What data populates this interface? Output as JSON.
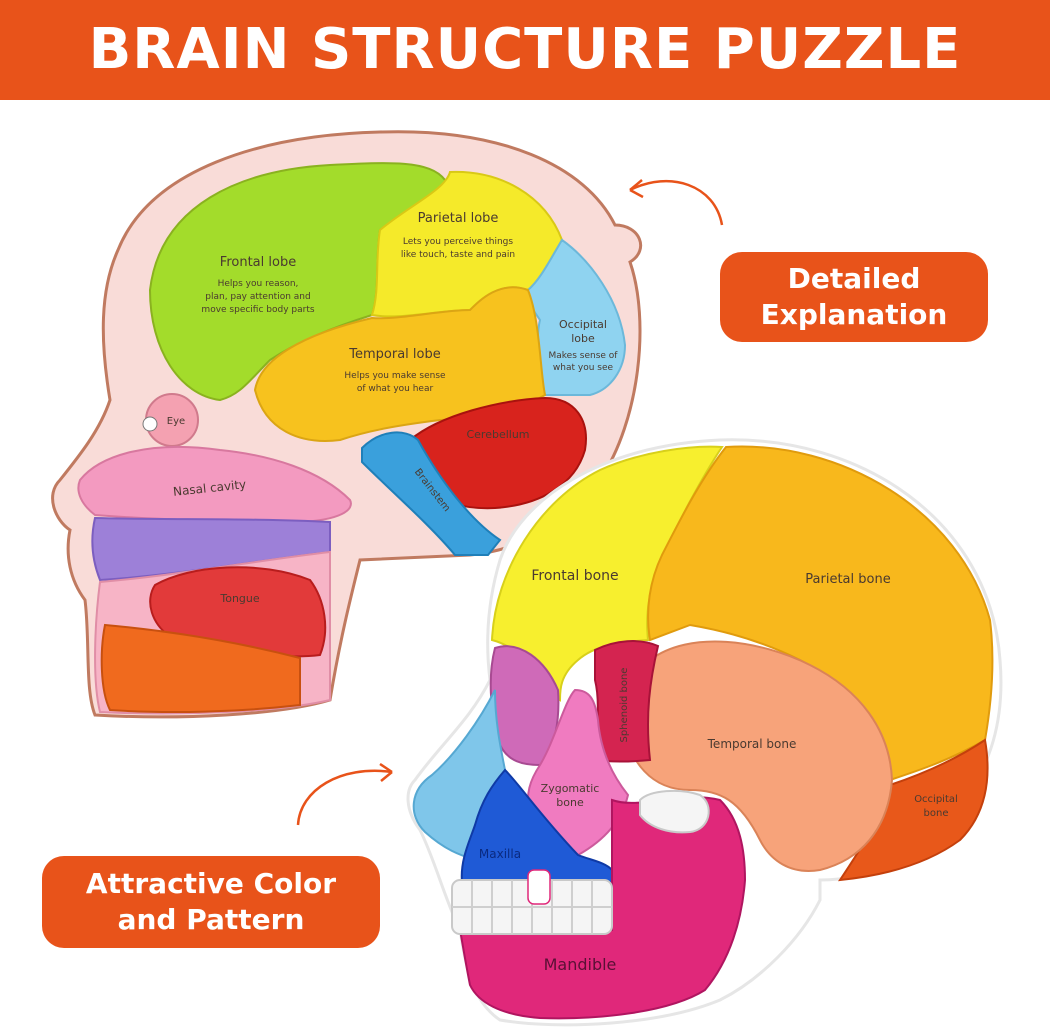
{
  "banner": {
    "title": "BRAIN STRUCTURE PUZZLE"
  },
  "callouts": {
    "detailed_line1": "Detailed",
    "detailed_line2": "Explanation",
    "attractive_line1": "Attractive Color",
    "attractive_line2": "and Pattern"
  },
  "head_puzzle": {
    "frontal_lobe": "Frontal lobe",
    "frontal_desc_1": "Helps you reason,",
    "frontal_desc_2": "plan, pay attention and",
    "frontal_desc_3": "move specific body parts",
    "parietal_lobe": "Parietal lobe",
    "parietal_desc_1": "Lets you perceive things",
    "parietal_desc_2": "like touch, taste and pain",
    "occipital_lobe_1": "Occipital",
    "occipital_lobe_2": "lobe",
    "occipital_desc_1": "Makes sense of",
    "occipital_desc_2": "what you see",
    "temporal_lobe": "Temporal lobe",
    "temporal_desc_1": "Helps you make sense",
    "temporal_desc_2": "of what you hear",
    "eye": "Eye",
    "nasal_cavity": "Nasal cavity",
    "tongue": "Tongue",
    "cerebellum": "Cerebellum",
    "brainstem": "Brainstem"
  },
  "skull_puzzle": {
    "frontal_bone": "Frontal bone",
    "parietal_bone": "Parietal bone",
    "sphenoid_bone": "Sphenoid bone",
    "temporal_bone": "Temporal bone",
    "zygomatic_bone_1": "Zygomatic",
    "zygomatic_bone_2": "bone",
    "occipital_bone_1": "Occipital",
    "occipital_bone_2": "bone",
    "maxilla": "Maxilla",
    "mandible": "Mandible"
  },
  "colors": {
    "banner": "#e8531a",
    "frontal": "#a3dc2b",
    "parietal": "#f5ea2a",
    "temporal": "#f7c21e",
    "occipital": "#8fd3f0",
    "cerebellum": "#d8231d",
    "brainstem": "#3aa0dc"
  }
}
